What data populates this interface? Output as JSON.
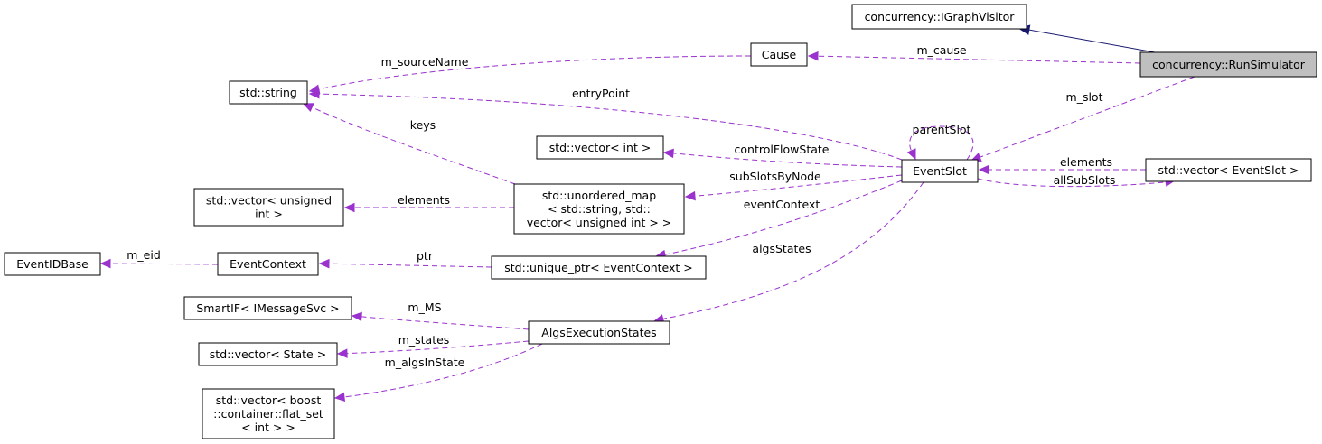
{
  "nodes": {
    "igraphvisitor": [
      "concurrency::IGraphVisitor"
    ],
    "runsimulator": [
      "concurrency::RunSimulator"
    ],
    "cause": [
      "Cause"
    ],
    "string": [
      "std::string"
    ],
    "vector_int": [
      "std::vector< int >"
    ],
    "eventslot": [
      "EventSlot"
    ],
    "vector_eventslot": [
      "std::vector< EventSlot >"
    ],
    "vector_uint": [
      "std::vector< unsigned",
      "int >"
    ],
    "unordered_map": [
      "std::unordered_map",
      "< std::string, std::",
      "vector< unsigned int > >"
    ],
    "eventidbase": [
      "EventIDBase"
    ],
    "eventcontext": [
      "EventContext"
    ],
    "unique_ptr": [
      "std::unique_ptr< EventContext >"
    ],
    "smartif": [
      "SmartIF< IMessageSvc >"
    ],
    "algsexec": [
      "AlgsExecutionStates"
    ],
    "vector_state": [
      "std::vector< State >"
    ],
    "vector_flatset": [
      "std::vector< boost",
      "::container::flat_set",
      "< int > >"
    ]
  },
  "edges": {
    "inherit": "",
    "m_cause": "m_cause",
    "m_sourceName": "m_sourceName",
    "m_slot": "m_slot",
    "entryPoint": "entryPoint",
    "parentSlot": "parentSlot",
    "keys": "keys",
    "controlFlowState": "controlFlowState",
    "elements_vector": "elements",
    "allSubSlots": "allSubSlots",
    "subSlotsByNode": "subSlotsByNode",
    "eventContext": "eventContext",
    "elements_map": "elements",
    "algsStates": "algsStates",
    "m_eid": "m_eid",
    "ptr": "ptr",
    "m_MS": "m_MS",
    "m_states": "m_states",
    "m_algsInState": "m_algsInState"
  },
  "colors": {
    "dependency": "#9a32cd",
    "inheritance": "#191970",
    "focus_fill": "#bfbfbf"
  }
}
